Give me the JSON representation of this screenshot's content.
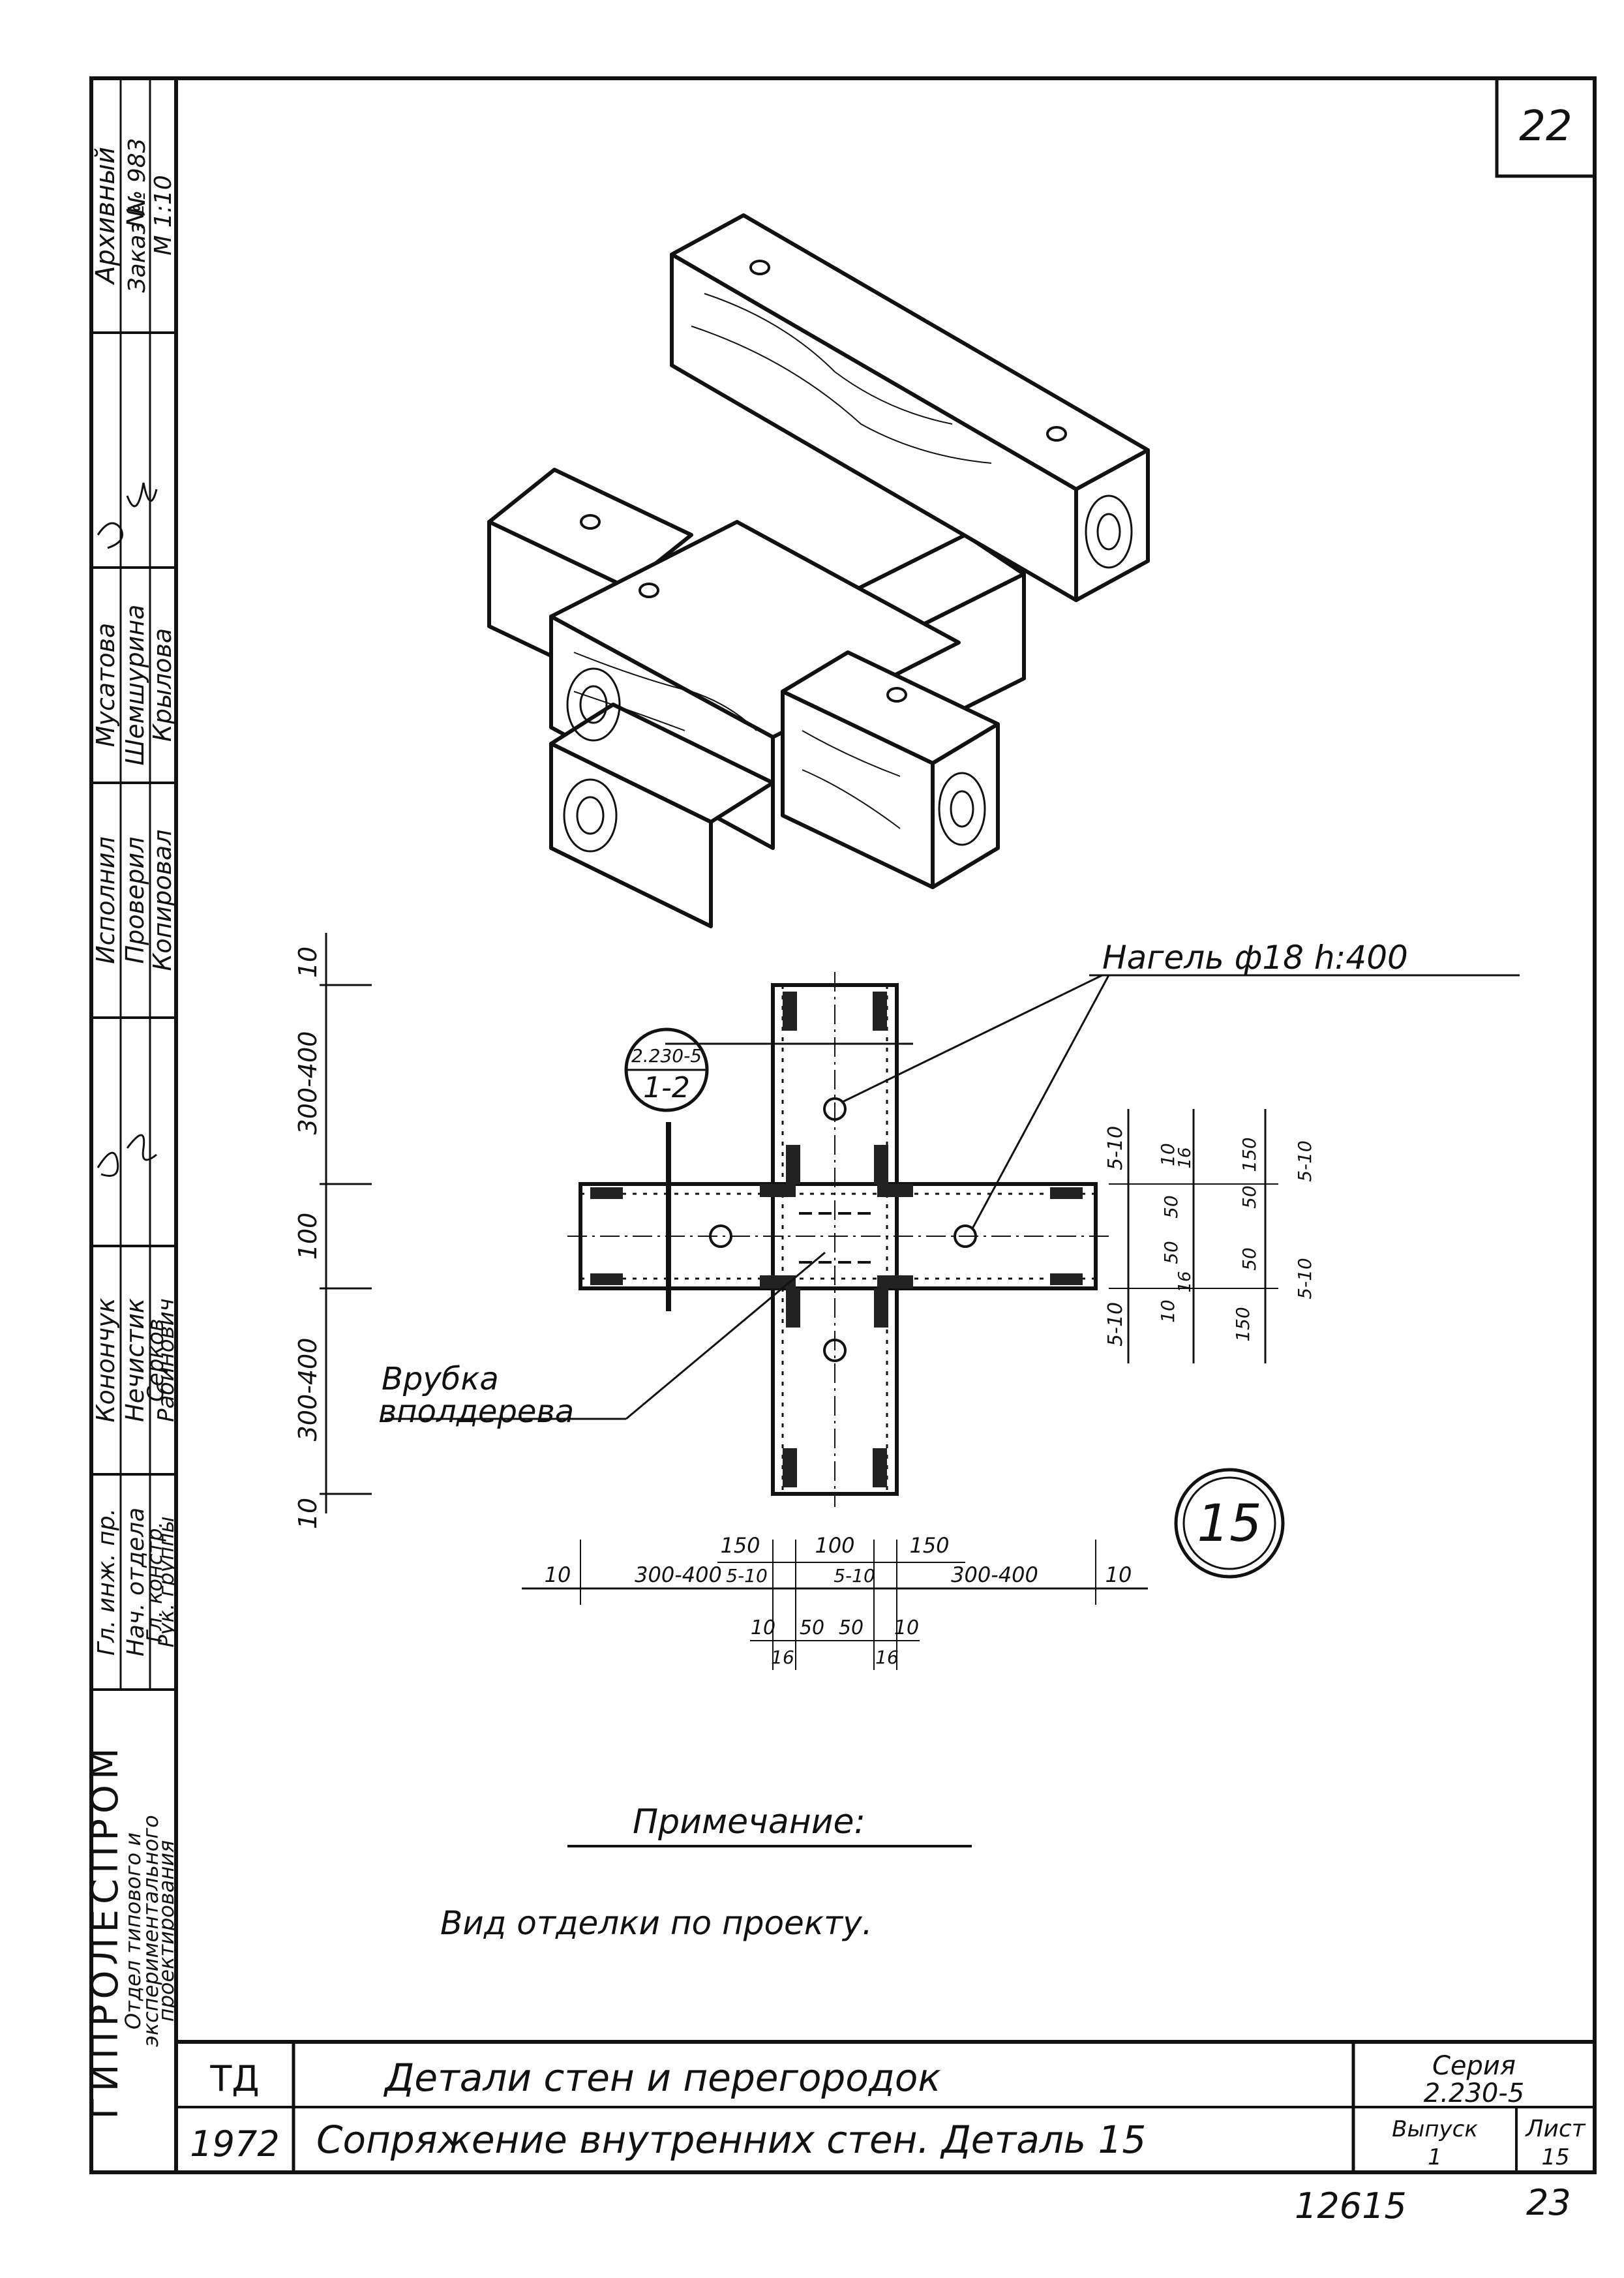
{
  "sheet_number_top": "22",
  "archive": {
    "label": "Архивный",
    "number_label": "№",
    "order": "Заказ № 983",
    "scale": "М 1:10"
  },
  "stamp": {
    "org": "ГИПРОЛЕСПРОМ",
    "dept_line1": "Отдел типового и",
    "dept_line2": "экспериментального",
    "dept_line3": "проектирования",
    "roles": [
      "Гл. инж. пр.",
      "Нач. отдела",
      "Гл. констр.",
      "Рук. группы"
    ],
    "names": [
      "Конончук",
      "Нечистик",
      "Серков",
      "Рабинович"
    ],
    "roles2": [
      "Исполнил",
      "Проверил",
      "",
      "Копировал"
    ],
    "names2": [
      "Мусатова",
      "Шемшурина",
      "",
      "Крылова"
    ]
  },
  "drawing": {
    "dowel_label": "Нагель ф18 h:400",
    "joint_label_line1": "Врубка",
    "joint_label_line2": "вполдерева",
    "ref_bubble_top": "2.230-5",
    "ref_bubble_bottom": "1-2",
    "detail_number": "15",
    "vertical_dims": [
      "10",
      "300-400",
      "100",
      "300-400",
      "10"
    ],
    "right_dims": [
      "5-10",
      "10",
      "16",
      "50",
      "50",
      "16",
      "10",
      "5-10",
      "150",
      "50",
      "150",
      "50",
      "5-10",
      "5-10"
    ],
    "bottom_dims_row1": [
      "150",
      "100",
      "150"
    ],
    "bottom_dims_row2": [
      "10",
      "300-400",
      "5-10",
      "5-10",
      "300-400",
      "10"
    ],
    "bottom_dims_row3": [
      "10",
      "50",
      "50",
      "10"
    ],
    "bottom_dims_row4": [
      "16",
      "16"
    ]
  },
  "note": {
    "title": "Примечание:",
    "text": "Вид отделки по проекту."
  },
  "title_block": {
    "code": "ТД",
    "year": "1972",
    "title": "Детали стен и перегородок",
    "subtitle": "Сопряжение внутренних стен. Деталь 15",
    "series_label": "Серия",
    "series": "2.230-5",
    "issue_label": "Выпуск",
    "issue": "1",
    "sheet_label": "Лист",
    "sheet": "15"
  },
  "footer": {
    "inventory": "12615",
    "page": "23"
  }
}
